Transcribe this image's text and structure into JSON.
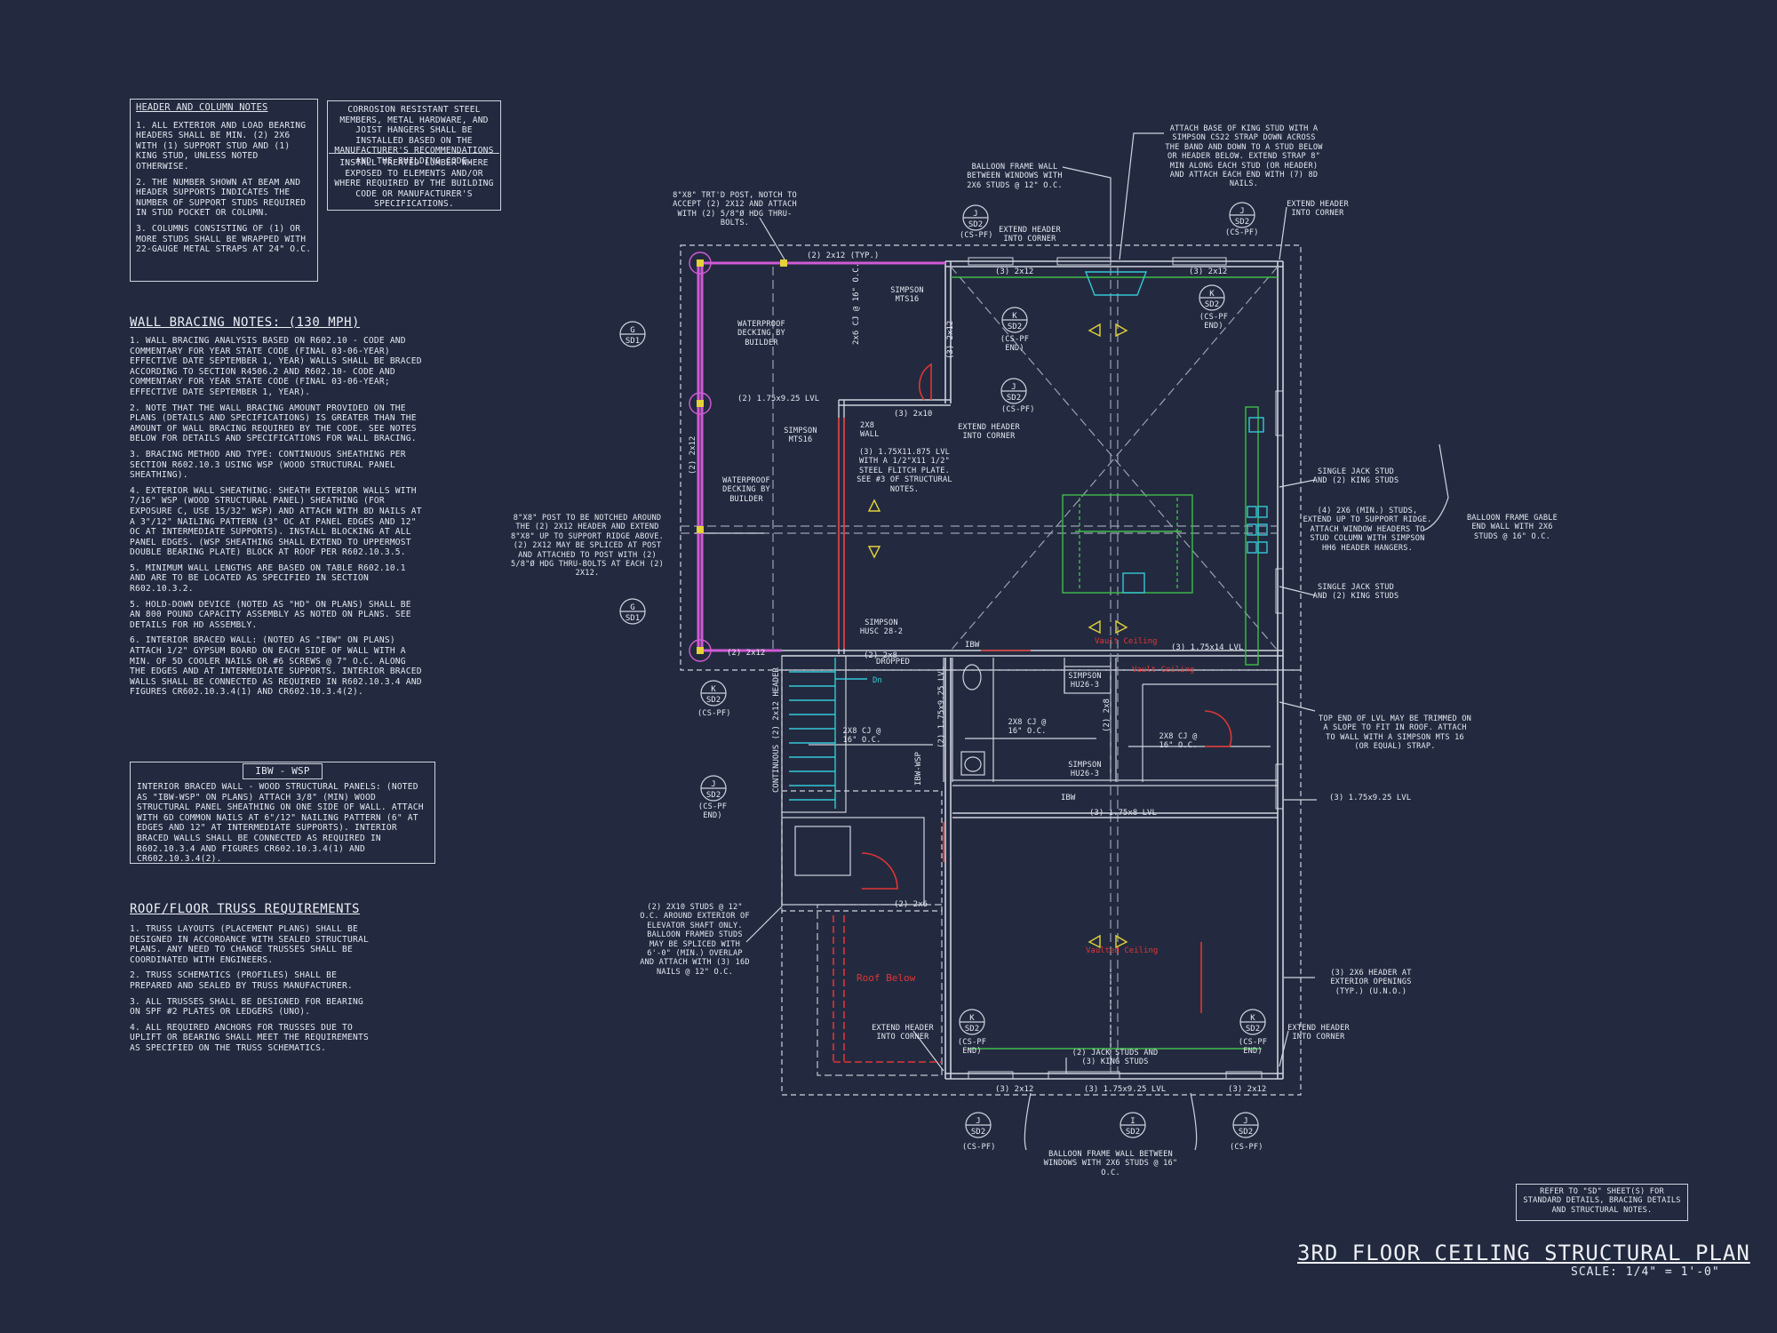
{
  "header_notes": {
    "title": "HEADER AND COLUMN NOTES",
    "items": [
      "1. ALL EXTERIOR AND LOAD BEARING HEADERS SHALL BE MIN. (2) 2x6 WITH (1) SUPPORT STUD AND (1) KING STUD, UNLESS NOTED OTHERWISE.",
      "2. THE NUMBER SHOWN AT BEAM AND HEADER SUPPORTS INDICATES THE NUMBER OF SUPPORT STUDS REQUIRED IN STUD POCKET OR COLUMN.",
      "3. COLUMNS CONSISTING OF (1) OR MORE STUDS SHALL BE WRAPPED WITH 22-GAUGE METAL STRAPS AT 24\" O.C."
    ]
  },
  "corrosion_note": "CORROSION RESISTANT STEEL MEMBERS, METAL HARDWARE, AND JOIST HANGERS SHALL BE INSTALLED BASED ON THE MANUFACTURER'S RECOMMENDATIONS AND THE BUILDING CODE.",
  "treated_note": "INSTALL TREATED LUMBER WHERE EXPOSED TO ELEMENTS AND/OR WHERE REQUIRED BY THE BUILDING CODE OR MANUFACTURER'S SPECIFICATIONS.",
  "wall_bracing": {
    "title": "WALL BRACING NOTES: (130 MPH)",
    "items": [
      "1. WALL BRACING ANALYSIS BASED ON R602.10 - CODE AND COMMENTARY FOR YEAR STATE CODE (FINAL 03-06-YEAR) EFFECTIVE DATE SEPTEMBER 1, YEAR) WALLS SHALL BE BRACED ACCORDING TO SECTION R4506.2 AND R602.10- CODE AND COMMENTARY FOR YEAR STATE CODE (FINAL 03-06-YEAR; EFFECTIVE DATE SEPTEMBER 1, YEAR).",
      "2. NOTE THAT THE WALL BRACING AMOUNT PROVIDED ON THE PLANS (DETAILS AND SPECIFICATIONS) IS GREATER THAN THE AMOUNT OF WALL BRACING REQUIRED BY THE CODE. SEE NOTES BELOW FOR DETAILS AND SPECIFICATIONS FOR WALL BRACING.",
      "3. BRACING METHOD AND TYPE: CONTINUOUS SHEATHING PER SECTION R602.10.3 USING WSP (WOOD STRUCTURAL PANEL SHEATHING).",
      "4. EXTERIOR WALL SHEATHING: SHEATH EXTERIOR WALLS WITH 7/16\" WSP (WOOD STRUCTURAL PANEL) SHEATHING (FOR EXPOSURE C, USE 15/32\" WSP) AND ATTACH WITH 8d NAILS AT A 3\"/12\" NAILING PATTERN (3\" OC AT PANEL EDGES AND 12\" OC AT INTERMEDIATE SUPPORTS). INSTALL BLOCKING AT ALL PANEL EDGES. (WSP SHEATHING SHALL EXTEND TO UPPERMOST DOUBLE BEARING PLATE) BLOCK AT ROOF PER R602.10.3.5.",
      "5. MINIMUM WALL LENGTHS ARE BASED ON TABLE R602.10.1 AND ARE TO BE LOCATED AS SPECIFIED IN SECTION R602.10.3.2.",
      "5. HOLD-DOWN DEVICE (NOTED AS \"HD\" ON PLANS) SHALL BE AN 800 POUND CAPACITY ASSEMBLY AS NOTED ON PLANS. SEE DETAILS FOR HD ASSEMBLY.",
      "6. INTERIOR BRACED WALL: (NOTED AS \"IBW\" ON PLANS) ATTACH 1/2\" GYPSUM BOARD ON EACH SIDE OF WALL WITH A MIN. OF 5d COOLER NAILS OR #6 SCREWS @ 7\" O.C. ALONG THE EDGES AND AT INTERMEDIATE SUPPORTS. INTERIOR BRACED WALLS SHALL BE CONNECTED AS REQUIRED IN R602.10.3.4 AND FIGURES CR602.10.3.4(1) AND CR602.10.3.4(2)."
    ]
  },
  "ibw": {
    "title": "IBW - WSP",
    "body": "INTERIOR BRACED WALL - WOOD STRUCTURAL PANELS: (NOTED AS \"IBW-WSP\" ON PLANS) ATTACH 3/8\" (MIN) WOOD STRUCTURAL PANEL SHEATHING ON ONE SIDE OF WALL. ATTACH WITH 6d COMMON NAILS AT 6\"/12\" NAILING PATTERN (6\" AT EDGES AND 12\" AT INTERMEDIATE SUPPORTS). INTERIOR BRACED WALLS SHALL BE CONNECTED AS REQUIRED IN R602.10.3.4 AND FIGURES CR602.10.3.4(1) AND CR602.10.3.4(2)."
  },
  "truss": {
    "title": "ROOF/FLOOR TRUSS REQUIREMENTS",
    "items": [
      "1. TRUSS LAYOUTS (PLACEMENT PLANS) SHALL BE DESIGNED IN ACCORDANCE WITH SEALED STRUCTURAL PLANS. ANY NEED TO CHANGE TRUSSES SHALL BE COORDINATED WITH ENGINEERS.",
      "2. TRUSS SCHEMATICS (PROFILES) SHALL BE PREPARED AND SEALED BY TRUSS MANUFACTURER.",
      "3. ALL TRUSSES SHALL BE DESIGNED FOR BEARING ON SPF #2 PLATES OR LEDGERS (UNO).",
      "4. ALL REQUIRED ANCHORS FOR TRUSSES DUE TO UPLIFT OR BEARING SHALL MEET THE REQUIREMENTS AS SPECIFIED ON THE TRUSS SCHEMATICS."
    ]
  },
  "plan_labels": {
    "post_note": "8\"x8\" TRT'D POST, NOTCH TO ACCEPT (2) 2x12 AND ATTACH WITH (2) 5/8\"ø HDG THRU-BOLTS.",
    "balloon_top": "BALLOON FRAME WALL BETWEEN WINDOWS WITH 2x6 STUDS @ 12\" O.C.",
    "attach_base": "ATTACH BASE OF KING STUD WITH A SIMPSON CS22 STRAP DOWN ACROSS THE BAND AND DOWN TO A STUD BELOW OR HEADER BELOW. EXTEND STRAP 8\" MIN ALONG EACH STUD (OR HEADER) AND ATTACH EACH END WITH (7) 8d NAILS.",
    "extend_corner": "EXTEND HEADER INTO CORNER",
    "cs_pf": "(CS-PF)",
    "cs_pf_end": "(CS-PF END)",
    "typ_2x12": "(2) 2x12 (TYP.)",
    "x3_2x12": "(3) 2x12",
    "decking1": "WATERPROOF DECKING BY BUILDER",
    "decking2": "WATERPROOF DECKING BY BUILDER",
    "cj_16": "2x6 CJ @ 16\" O.C.",
    "lvl_1": "(2) 1.75x9.25 LVL",
    "x3_2x10": "(3) 2x10",
    "simpson_mts16": "SIMPSON MTS16",
    "simpson_mts16b": "SIMPSON MTS16",
    "wall_2x8": "2x8 WALL",
    "flitch": "(3) 1.75x11.875 LVL WITH A 1/2\"x11 1/2\" STEEL FLITCH PLATE. SEE #3 OF STRUCTURAL NOTES.",
    "post_notch": "8\"x8\" POST TO BE NOTCHED AROUND THE (2) 2x12 HEADER AND EXTEND 8\"x8\" UP TO SUPPORT RIDGE ABOVE. (2) 2x12 MAY BE SPLICED AT POST AND ATTACHED TO POST WITH (2) 5/8\"ø HDG THRU-BOLTS AT EACH (2) 2x12.",
    "v_2x12": "(2) 2x12",
    "b_2x12": "(2) 2x12",
    "hus": "SIMPSON HUSC 28-2",
    "dropped": "DROPPED",
    "x2_2x8": "(2) 2x8",
    "dn": "Dn",
    "cont_hdr": "CONTINUOUS (2) 2x12 HEADER",
    "ibw_wsp": "IBW-WSP",
    "lvl_v": "(2) 1.75x9.25 LVL",
    "cj2": "2x8 CJ @ 16\" O.C.",
    "cj3": "2x8 CJ @ 16\" O.C.",
    "cj4": "2x8 CJ @ 16\" O.C.",
    "hu1": "SIMPSON HU26-3",
    "hu2": "SIMPSON HU26-3",
    "x2_2x8v": "(2) 2x8",
    "lvl14": "(3) 1.75x14 LVL",
    "ibw": "IBW",
    "lvl8": "(3) 1.75x8 LVL",
    "x2_2x6": "(2) 2x6",
    "roof_below": "Roof Below",
    "vaulted": "Vaulted Ceiling",
    "vaulted2": "Vault Ceiling",
    "single_jack1": "SINGLE JACK STUD AND (2) KING STUDS",
    "single_jack2": "SINGLE JACK STUD AND (2) KING STUDS",
    "four_studs": "(4) 2x6 (MIN.) STUDS, EXTEND UP TO SUPPORT RIDGE. ATTACH WINDOW HEADERS TO STUD COLUMN WITH SIMPSON HH6 HEADER HANGERS.",
    "balloon_gable": "BALLOON FRAME GABLE END WALL WITH 2x6 STUDS @ 16\" O.C.",
    "top_end": "TOP END OF LVL MAY BE TRIMMED ON A SLOPE TO FIT IN ROOF. ATTACH TO WALL WITH A SIMPSON MTS 16 (OR EQUAL) STRAP.",
    "lvl_right": "(3) 1.75x9.25 LVL",
    "hdr_ext": "(3) 2x6 HEADER AT EXTERIOR OPENINGS (TYP.) (U.N.O.)",
    "elev_studs": "(2) 2x10 STUDS @ 12\" O.C. AROUND EXTERIOR OF ELEVATOR SHAFT ONLY. BALLOON FRAMED STUDS MAY BE SPLICED WITH 6'-0\" (MIN.) OVERLAP AND ATTACH WITH (3) 16d NAILS @ 12\" O.C.",
    "jack_studs": "(2) JACK STUDS AND (3) KING STUDS",
    "lvl_bottom": "(3) 1.75x9.25 LVL",
    "balloon_bottom": "BALLOON FRAME WALL BETWEEN WINDOWS WITH 2x6 STUDS @ 16\" O.C.",
    "refer": "REFER TO \"SD\" SHEET(S) FOR STANDARD DETAILS, BRACING DETAILS AND STRUCTURAL NOTES."
  },
  "tags": {
    "G": "G",
    "J": "J",
    "K": "K",
    "I": "I",
    "SD1": "SD1",
    "SD2": "SD2"
  },
  "title": "3RD FLOOR CEILING STRUCTURAL PLAN",
  "scale": "SCALE: 1/4\" = 1'-0\"",
  "colors": {
    "background": "#232a3f",
    "line": "#cfd3de",
    "magenta": "#d05ad6",
    "green": "#3fbd4a",
    "cyan": "#35c8d8",
    "red": "#e03535",
    "yellow": "#e3d23a"
  }
}
